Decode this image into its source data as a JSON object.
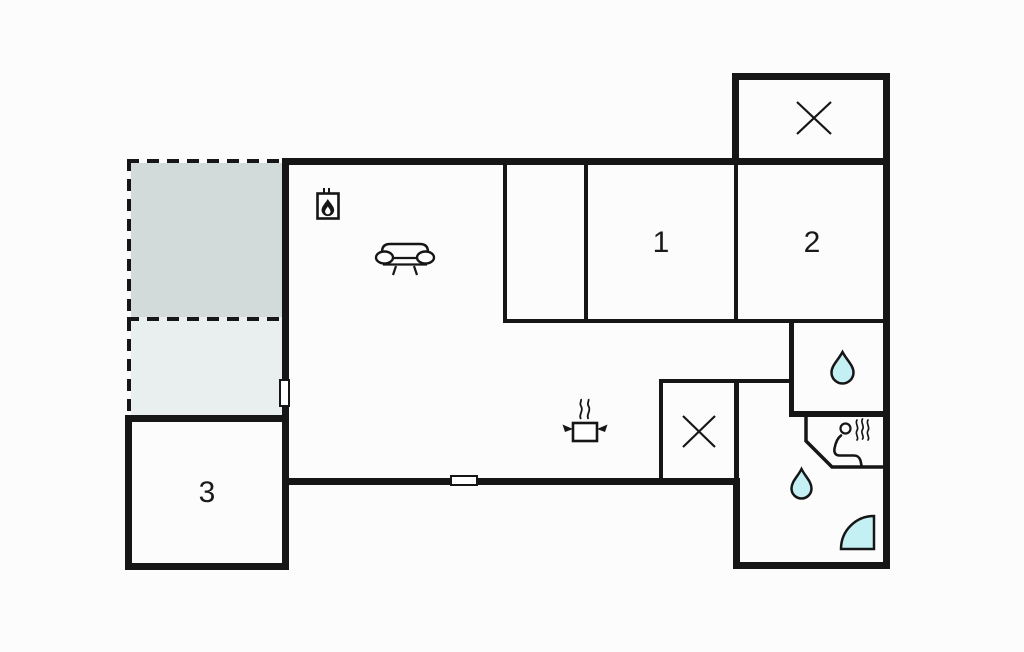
{
  "labels": {
    "room1": "1",
    "room2": "2",
    "room3": "3"
  },
  "icons": {
    "chimney_top": "x-mark",
    "chimney_small": "x-mark",
    "fireplace": "wood-stove-with-flame",
    "sofa": "sofa",
    "kitchen": "steaming-cooking-pot",
    "washbasin": "water-drop",
    "shower": "water-drop",
    "shower_door": "quarter-circle-sweep",
    "sauna": "person-in-sauna-with-heat-waves"
  },
  "colors": {
    "wall": "#161616",
    "background": "#fcfcfc",
    "terrace_upper": "#d3dada",
    "terrace_lower": "#e9eeee",
    "water_fill": "#c4f0f4"
  }
}
